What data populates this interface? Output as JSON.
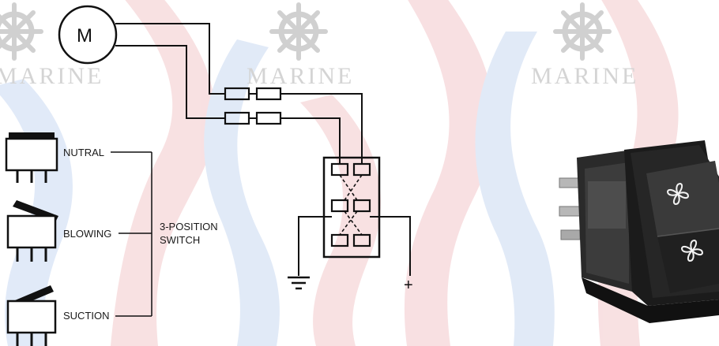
{
  "watermark": {
    "brand": "MARINE",
    "icon": "ship-wheel-icon"
  },
  "motor": {
    "label": "M"
  },
  "switch_positions": [
    {
      "label": "NUTRAL"
    },
    {
      "label": "BLOWING"
    },
    {
      "label": "SUCTION"
    }
  ],
  "switch_title": {
    "line1": "3-POSITION",
    "line2": "SWITCH"
  },
  "terminals": {
    "positive": "+",
    "ground": "ground-icon"
  },
  "photo": {
    "subject": "rocker-switch-photo",
    "icons": [
      "fan-icon",
      "fan-icon"
    ]
  },
  "colors": {
    "watermark_red": "#f3c8cb",
    "watermark_blue": "#c9d9f2",
    "wire": "#111111",
    "photo_body": "#1c1c1c"
  }
}
